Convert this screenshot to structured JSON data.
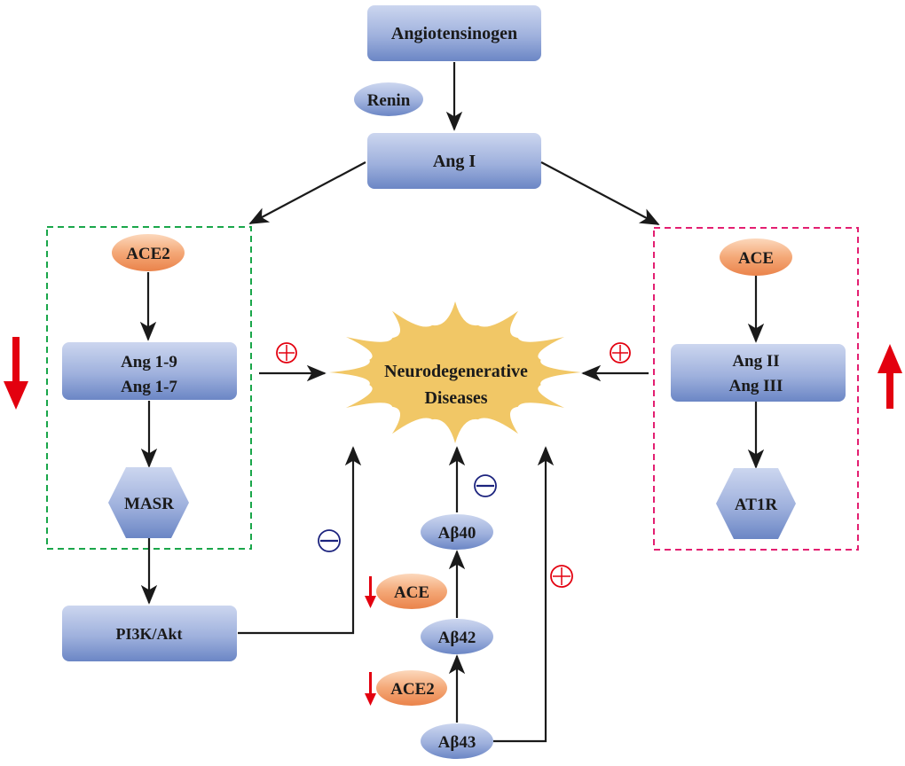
{
  "colors": {
    "box_top": "#c9d3ee",
    "box_bottom": "#6d88c6",
    "enzyme_top": "#fbd3b4",
    "enzyme_bottom": "#ec874f",
    "star_fill": "#f1c766",
    "arrow": "#1a1a1a",
    "up_down_arrow": "#e3000f",
    "plus": "#e3000f",
    "minus": "#1c237e",
    "left_box_border": "#1aa64a",
    "right_box_border": "#e31f71"
  },
  "nodes": {
    "angiotensinogen": "Angiotensinogen",
    "renin": "Renin",
    "ang1": "Ang I",
    "ace2_top": "ACE2",
    "ang19": "Ang 1-9",
    "ang17": "Ang 1-7",
    "masr": "MASR",
    "pi3k": "PI3K/Akt",
    "ace_top": "ACE",
    "ang2": "Ang II",
    "ang3": "Ang III",
    "at1r": "AT1R",
    "disease_line1": "Neurodegenerative",
    "disease_line2": "Diseases",
    "ab40": "Aβ40",
    "ab42": "Aβ42",
    "ab43": "Aβ43",
    "ace_bottom": "ACE",
    "ace2_bottom": "ACE2"
  },
  "signs": {
    "plus": "+",
    "minus": "−"
  },
  "regulation": {
    "left_pathway": "down",
    "right_pathway": "up",
    "ace_bottom": "down",
    "ace2_bottom": "down"
  },
  "edges": [
    {
      "from": "Angiotensinogen",
      "to": "Ang I",
      "via": "Renin"
    },
    {
      "from": "Ang I",
      "to": "ACE2 pathway"
    },
    {
      "from": "Ang I",
      "to": "ACE pathway"
    },
    {
      "from": "ACE2",
      "to": "Ang 1-9 / Ang 1-7"
    },
    {
      "from": "Ang 1-9 / Ang 1-7",
      "to": "MASR"
    },
    {
      "from": "MASR",
      "to": "PI3K/Akt"
    },
    {
      "from": "ACE",
      "to": "Ang II / Ang III"
    },
    {
      "from": "Ang II / Ang III",
      "to": "AT1R"
    },
    {
      "from": "ACE2 pathway",
      "to": "Neurodegenerative Diseases",
      "sign": "+"
    },
    {
      "from": "ACE pathway",
      "to": "Neurodegenerative Diseases",
      "sign": "+"
    },
    {
      "from": "PI3K/Akt",
      "to": "Neurodegenerative Diseases",
      "sign": "−"
    },
    {
      "from": "Aβ40",
      "to": "Neurodegenerative Diseases",
      "sign": "−"
    },
    {
      "from": "Aβ43",
      "to": "Neurodegenerative Diseases",
      "sign": "+"
    },
    {
      "from": "Aβ43",
      "to": "Aβ42",
      "via": "ACE2"
    },
    {
      "from": "Aβ42",
      "to": "Aβ40",
      "via": "ACE"
    }
  ]
}
